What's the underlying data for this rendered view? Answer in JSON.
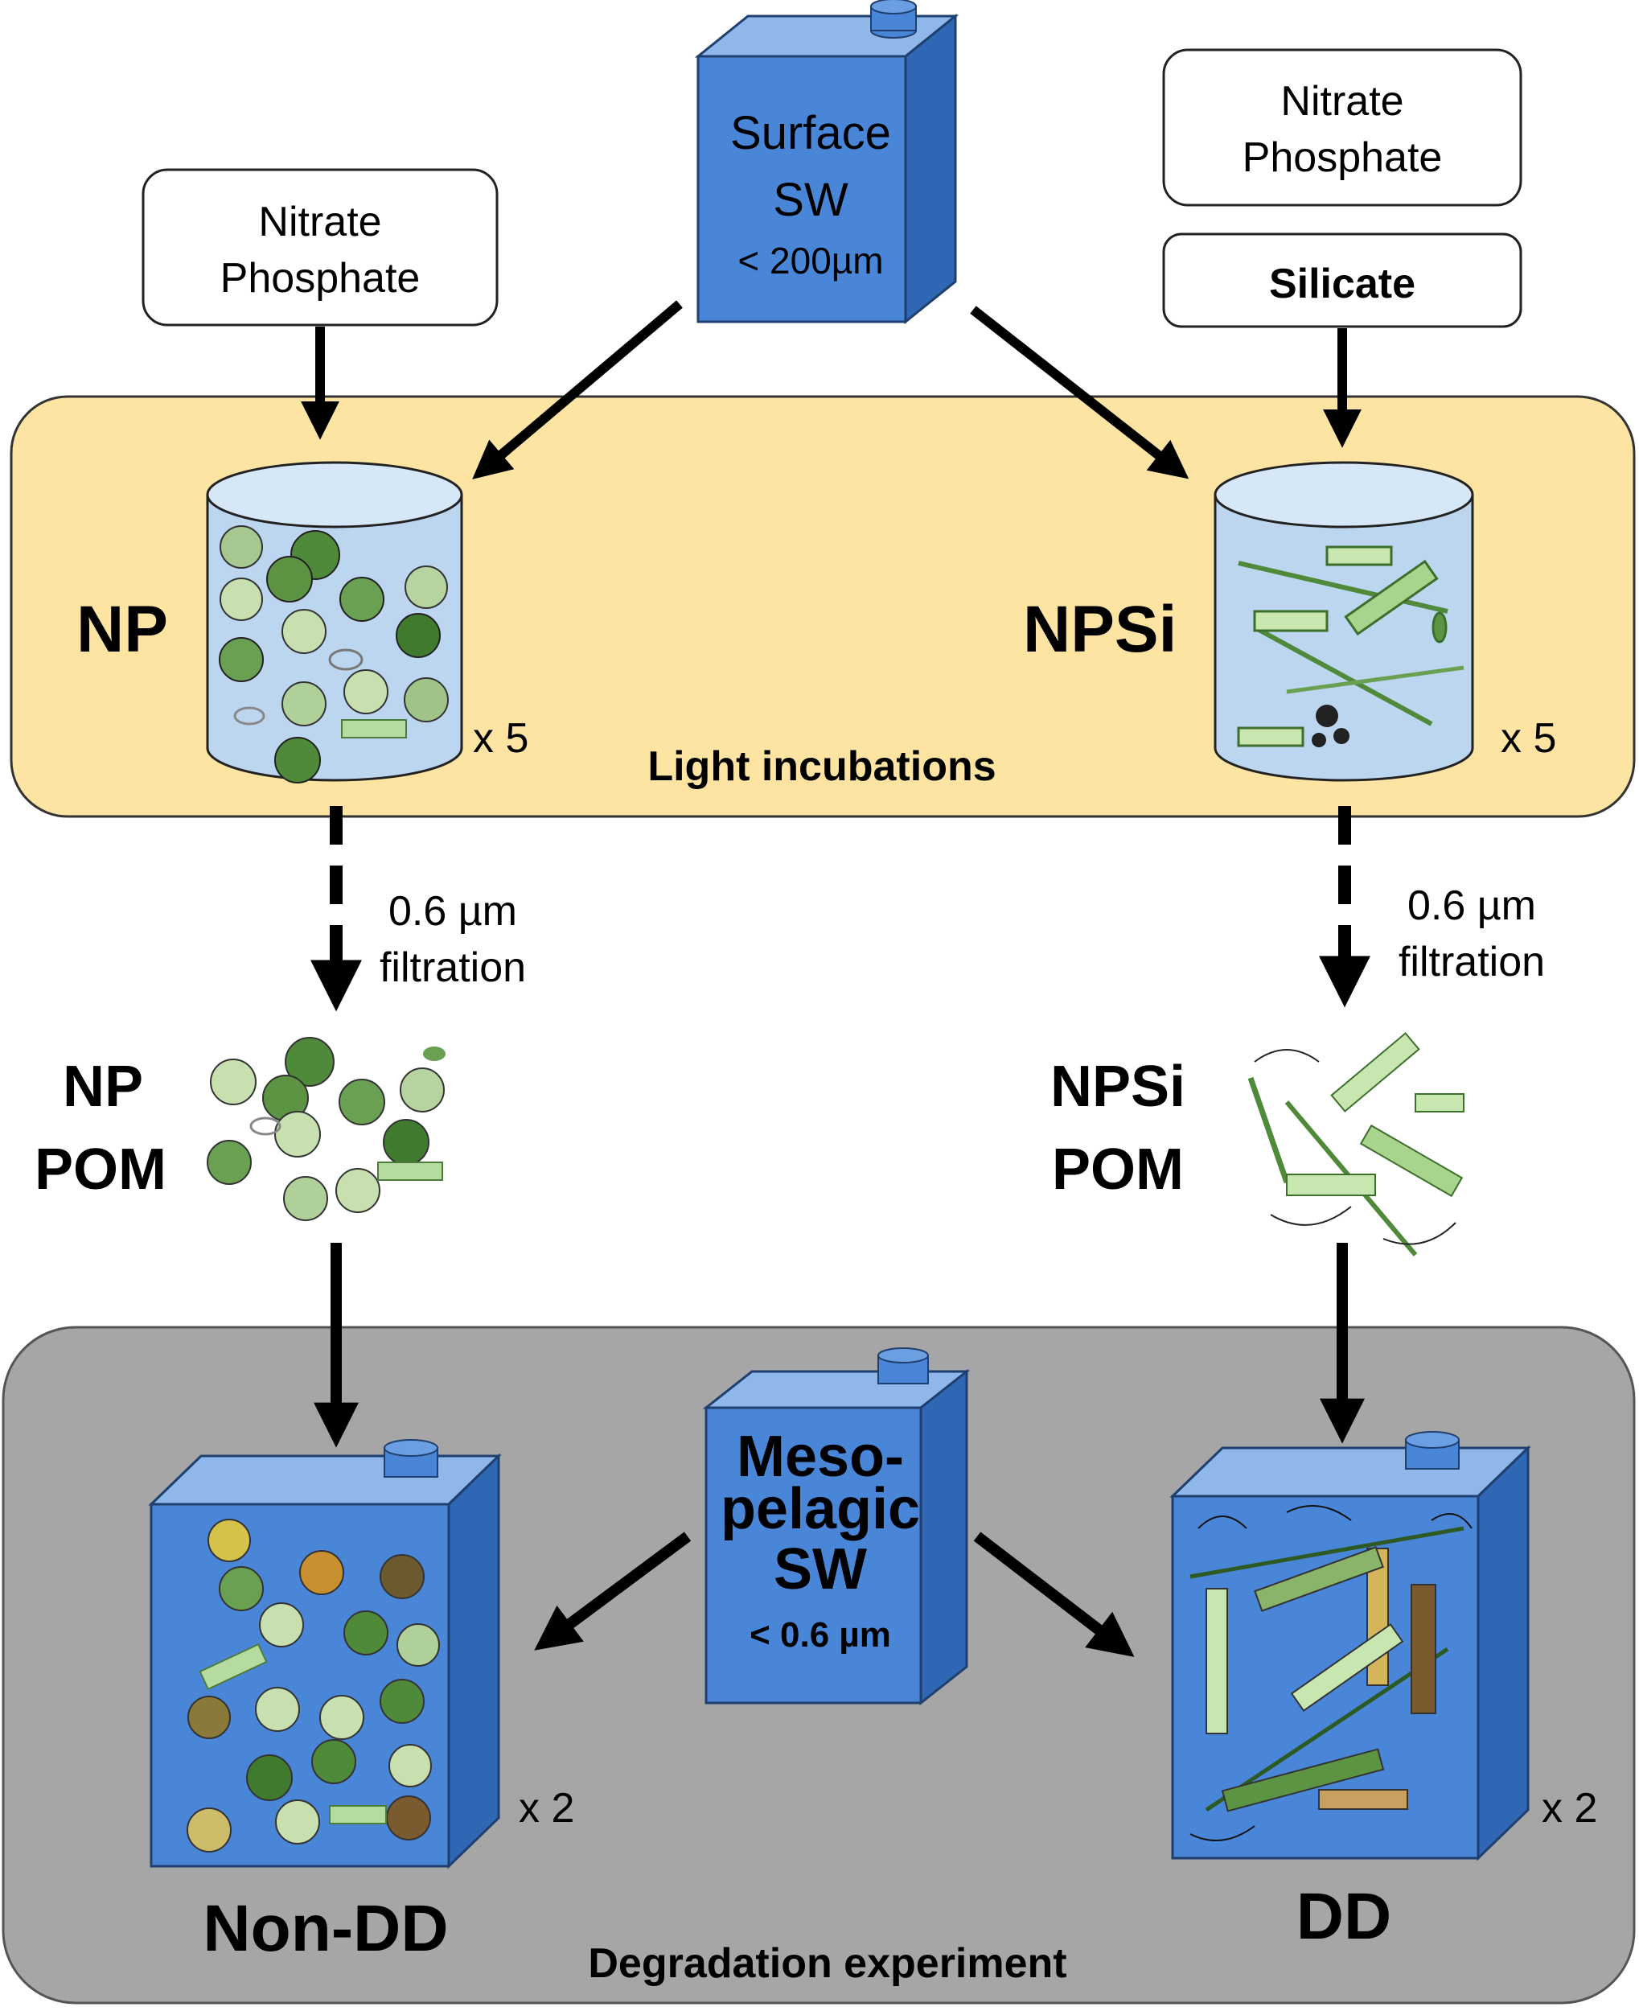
{
  "nutrients_left": {
    "line1": "Nitrate",
    "line2": "Phosphate"
  },
  "nutrients_right": {
    "line1": "Nitrate",
    "line2": "Phosphate",
    "extra": "Silicate"
  },
  "surface_tank": {
    "line1": "Surface",
    "line2": "SW",
    "line3": "< 200µm"
  },
  "incubation": {
    "caption": "Light incubations",
    "left_label": "NP",
    "right_label": "NPSi",
    "replicates_left": "x 5",
    "replicates_right": "x 5"
  },
  "filtration": {
    "left": {
      "line1": "0.6 µm",
      "line2": "filtration"
    },
    "right": {
      "line1": "0.6 µm",
      "line2": "filtration"
    }
  },
  "pom": {
    "left": {
      "line1": "NP",
      "line2": "POM"
    },
    "right": {
      "line1": "NPSi",
      "line2": "POM"
    }
  },
  "degradation": {
    "caption": "Degradation experiment",
    "left_label": "Non-DD",
    "right_label": "DD",
    "replicates_left": "x 2",
    "replicates_right": "x 2"
  },
  "meso_tank": {
    "line1": "Meso-",
    "line2": "pelagic",
    "line3": "SW",
    "line4": "< 0.6 µm"
  },
  "colors": {
    "incubation_panel": "#fde4a3",
    "degradation_panel": "#a6a6a6",
    "tank_front": "#4a86d8",
    "tank_top": "#8fb7ea",
    "tank_side": "#2f67b4",
    "cylinder": "#bcd6f0",
    "green_dark": "#4f8a3a",
    "green_light": "#c8e0b0"
  }
}
